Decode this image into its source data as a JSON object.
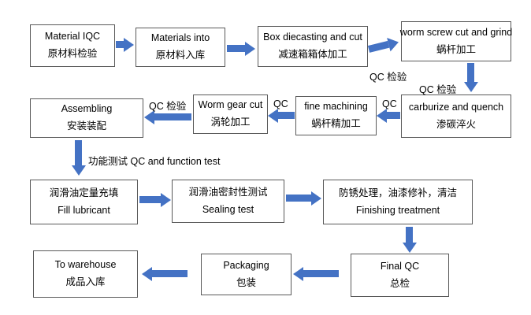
{
  "colors": {
    "arrow": "#4472C4",
    "box_border": "#595959",
    "text": "#000000",
    "canvas": "#FFFFFF"
  },
  "nodes": [
    {
      "line1": "Material IQC",
      "line2": "原材料检验"
    },
    {
      "line1": "Materials into",
      "line2": "原材料入库"
    },
    {
      "line1": "Box diecasting and cut",
      "line2": "减速箱箱体加工"
    },
    {
      "line1": "worm screw cut and grind",
      "line2": "蜗杆加工"
    },
    {
      "line1": "carburize and quench",
      "line2": "渗碳淬火"
    },
    {
      "line1": "fine machining",
      "line2": "蜗杆精加工"
    },
    {
      "line1": "Worm gear cut",
      "line2": "涡轮加工"
    },
    {
      "line1": "Assembling",
      "line2": "安装装配"
    },
    {
      "line1": "润滑油定量充填",
      "line2": "Fill lubricant"
    },
    {
      "line1": "润滑油密封性测试",
      "line2": "Sealing test"
    },
    {
      "line1": "防锈处理，油漆修补，清洁",
      "line2": "Finishing treatment"
    },
    {
      "line1": "Final QC",
      "line2": "总检"
    },
    {
      "line1": "Packaging",
      "line2": "包装"
    },
    {
      "line1": "To warehouse",
      "line2": "成品入库"
    }
  ],
  "labels": [
    {
      "text": "QC 检验"
    },
    {
      "text": "QC 检验"
    },
    {
      "text": "QC"
    },
    {
      "text": "QC"
    },
    {
      "text": "QC 检验"
    },
    {
      "text": "功能测试 QC and function test"
    }
  ]
}
